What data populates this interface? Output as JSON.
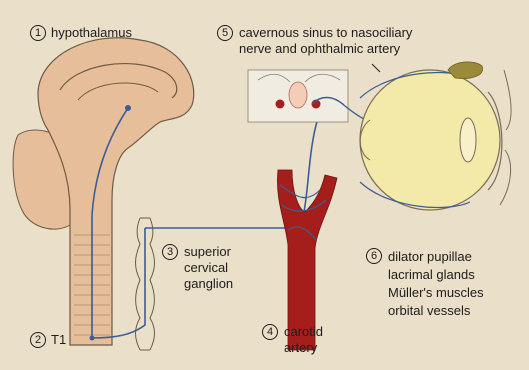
{
  "labels": {
    "hypothalamus": {
      "num": "1",
      "text": "hypothalamus"
    },
    "t1": {
      "num": "2",
      "text": "T1"
    },
    "ganglion": {
      "num": "3",
      "lines": [
        "superior",
        "cervical",
        "ganglion"
      ]
    },
    "carotid": {
      "num": "4",
      "lines": [
        "carotid",
        "artery"
      ]
    },
    "sinus": {
      "num": "5",
      "lines": [
        "cavernous sinus to nasociliary",
        "nerve and ophthalmic artery"
      ]
    },
    "targets": {
      "num": "6",
      "lines": [
        "dilator pupillae",
        "lacrimal glands",
        "Müller's muscles",
        "orbital vessels"
      ]
    }
  },
  "colors": {
    "background": "#eadfc9",
    "brain": "#e6bf9a",
    "brain_outline": "#6e5a45",
    "nerve": "#3b5d97",
    "artery": "#a51e1c",
    "eye_fill": "#f3e9a8",
    "lacrimal": "#9a8a3a"
  }
}
